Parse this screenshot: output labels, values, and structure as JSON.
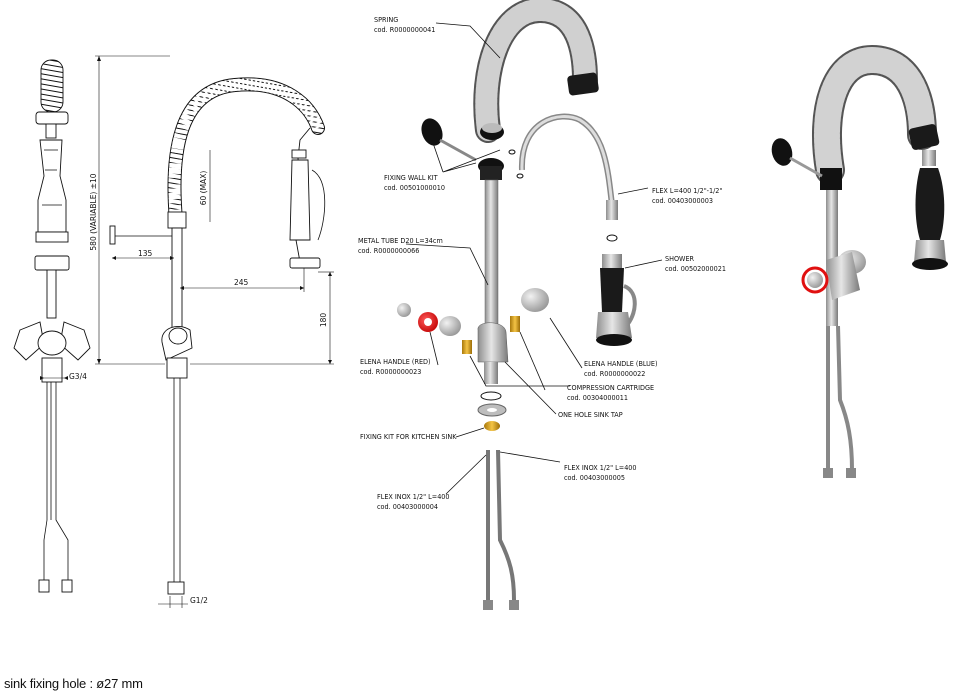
{
  "dimensions": {
    "height_total": "580 (VARIABLE) ±10",
    "offset_wall": "135",
    "hose_height": "60 (MAX)",
    "reach": "245",
    "tap_height": "180",
    "inlet_thread": "G3/4",
    "flex_thread": "G1/2"
  },
  "parts": [
    {
      "name": "SPRING",
      "code": "cod. R0000000041"
    },
    {
      "name": "FIXING WALL KIT",
      "code": "cod. 00501000010"
    },
    {
      "name": "FLEX L=400 1/2\"-1/2\"",
      "code": "cod. 00403000003"
    },
    {
      "name": "METAL TUBE D20 L=34cm",
      "code": "cod. R0000000066"
    },
    {
      "name": "SHOWER",
      "code": "cod. 00502000021"
    },
    {
      "name": "ELENA HANDLE (BLUE)",
      "code": "cod. R0000000022"
    },
    {
      "name": "ELENA HANDLE (RED)",
      "code": "cod. R0000000023"
    },
    {
      "name": "COMPRESSION CARTRIDGE",
      "code": "cod. 00304000011"
    },
    {
      "name": "ONE HOLE SINK TAP",
      "code": ""
    },
    {
      "name": "FIXING KIT FOR KITCHEN SINK",
      "code": ""
    },
    {
      "name": "FLEX INOX 1/2\" L=400",
      "code": "cod. 00403000005"
    },
    {
      "name": "FLEX INOX 1/2\" L=400",
      "code": "cod. 00403000004"
    }
  ],
  "footer": "sink fixing hole : ø27 mm",
  "colors": {
    "red_handle": "#e01010",
    "hose_grey": "#b8b8b8",
    "metal": "#c8c8c8",
    "brass": "#d9a520",
    "black": "#111111"
  }
}
